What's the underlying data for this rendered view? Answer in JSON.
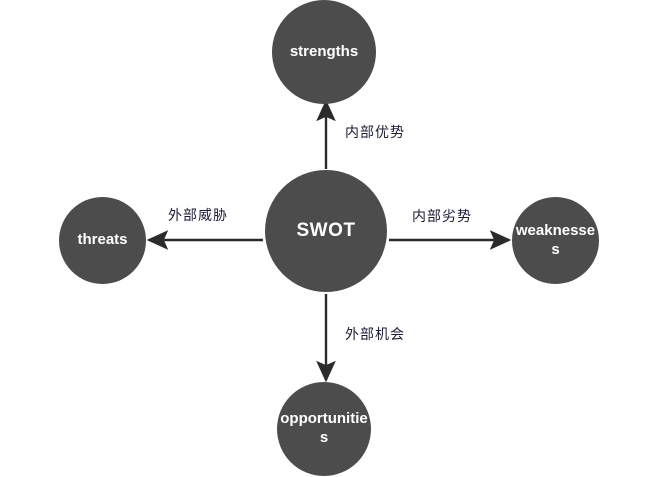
{
  "diagram": {
    "title": "SWOT",
    "background_color": "#ffffff",
    "node_color": "#4c4c4c",
    "node_text_color": "#ffffff",
    "edge_color": "#2b2b2b",
    "label_color": "#1b1b3a",
    "center": {
      "id": "swot",
      "label": "SWOT"
    },
    "nodes": [
      {
        "id": "strengths",
        "label": "strengths",
        "position": "top"
      },
      {
        "id": "weaknesses",
        "label": "weaknesses",
        "position": "right"
      },
      {
        "id": "opportunities",
        "label": "opportunities",
        "position": "bottom"
      },
      {
        "id": "threats",
        "label": "threats",
        "position": "left"
      }
    ],
    "edges": [
      {
        "id": "edge-top",
        "from": "swot",
        "to": "strengths",
        "label": "内部优势",
        "direction": "up"
      },
      {
        "id": "edge-right",
        "from": "swot",
        "to": "weaknesses",
        "label": "内部劣势",
        "direction": "right"
      },
      {
        "id": "edge-bottom",
        "from": "swot",
        "to": "opportunities",
        "label": "外部机会",
        "direction": "down"
      },
      {
        "id": "edge-left",
        "from": "swot",
        "to": "threats",
        "label": "外部威胁",
        "direction": "left"
      }
    ]
  }
}
